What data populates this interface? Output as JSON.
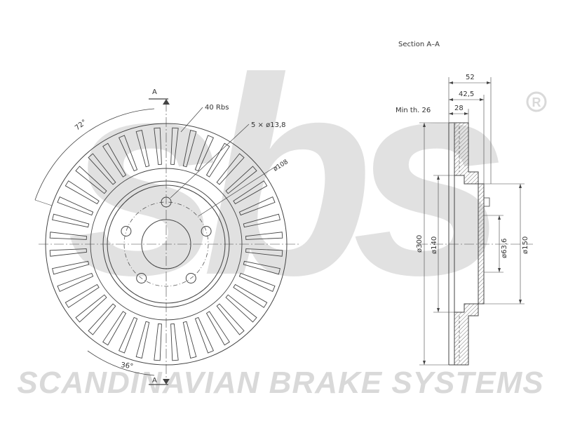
{
  "watermark": {
    "brand_text": "sbs",
    "footer_text": "SCANDINAVIAN BRAKE SYSTEMS",
    "registered_mark": "®",
    "color": "#d9d9d9"
  },
  "front_view": {
    "section_marker_top": "A",
    "section_marker_bottom": "A",
    "rib_count_label": "40 Rbs",
    "bolt_label": "5 × ø13,8",
    "pcd_label": "ø108",
    "angle_top_label": "72°",
    "angle_bottom_label": "36°",
    "rib_count": 40,
    "bolt_count": 5
  },
  "section_view": {
    "title": "Section A–A",
    "dim_overall_width": "52",
    "dim_hat_height": "42,5",
    "dim_thickness": "28",
    "min_thickness_label": "Min th. 26",
    "dim_outer_diameter": "ø300",
    "dim_hat_diameter": "ø140",
    "dim_center_bore": "ø63,6",
    "dim_hat_outer": "ø150"
  },
  "colors": {
    "line": "#444444",
    "hatch": "#777777",
    "watermark": "#d9d9d9"
  }
}
